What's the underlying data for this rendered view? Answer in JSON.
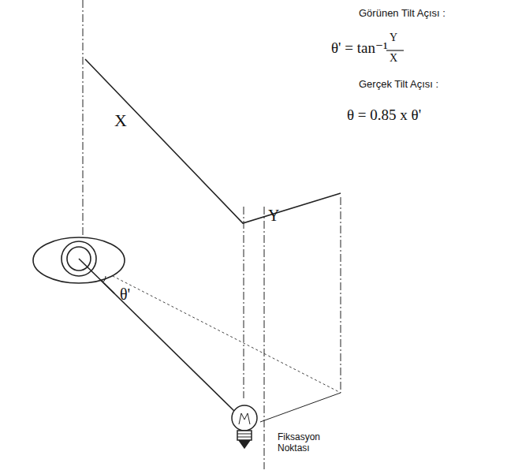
{
  "diagram": {
    "labels": [
      "X",
      "Y",
      "θ'",
      "Görünen Tilt Açısı :",
      "θ' = tan⁻¹",
      "Y",
      "X",
      "Gerçek Tilt Açısı :",
      "θ =  0.85 x θ'",
      "Fiksasyon Noktası"
    ]
  }
}
